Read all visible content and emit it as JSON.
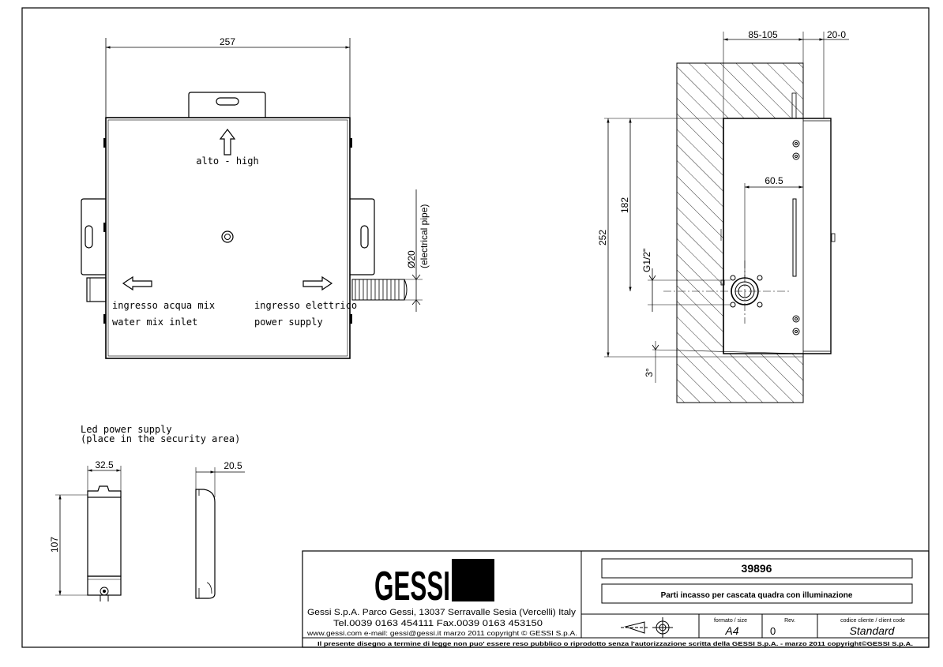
{
  "front_view": {
    "width_dim": "257",
    "arrow_label": "alto - high",
    "left_label_1": "ingresso acqua mix",
    "left_label_2": "water mix inlet",
    "right_label_1": "ingresso elettrico",
    "right_label_2": "power supply",
    "pipe_dim": "Ø20",
    "pipe_label": "(electrical pipe)"
  },
  "side_view": {
    "dim_top_a": "85-105",
    "dim_top_b": "20-0",
    "dim_inner": "60.5",
    "dim_height_total": "252",
    "dim_height_partial": "182",
    "dim_thread": "G1/2\"",
    "dim_angle": "3°"
  },
  "led_supply": {
    "title_1": "Led power supply",
    "title_2": "(place in the security area)",
    "dim_width": "32.5",
    "dim_depth": "20.5",
    "dim_height": "107"
  },
  "title_block": {
    "logo": "GESSI",
    "company_line_1": "Gessi S.p.A. Parco Gessi, 13037 Serravalle Sesia (Vercelli) Italy",
    "company_line_2": "Tel.0039 0163 454111 Fax.0039 0163 453150",
    "company_line_3": "www.gessi.com e-mail: gessi@gessi.it    marzo 2011    copyright © GESSI S.p.A.",
    "code": "39896",
    "description": "Parti incasso per cascata quadra con illuminazione",
    "format_label": "formato / size",
    "format_value": "A4",
    "rev_label": "Rev.",
    "rev_value": "0",
    "client_code_label": "codice cliente / client code",
    "client_code_value": "Standard",
    "footer": "Il presente disegno a termine di legge non puo' essere reso pubblico o riprodotto senza l'autorizzazione scritta della GESSI S.p.A. - marzo 2011 copyright©GESSI S.p.A."
  }
}
